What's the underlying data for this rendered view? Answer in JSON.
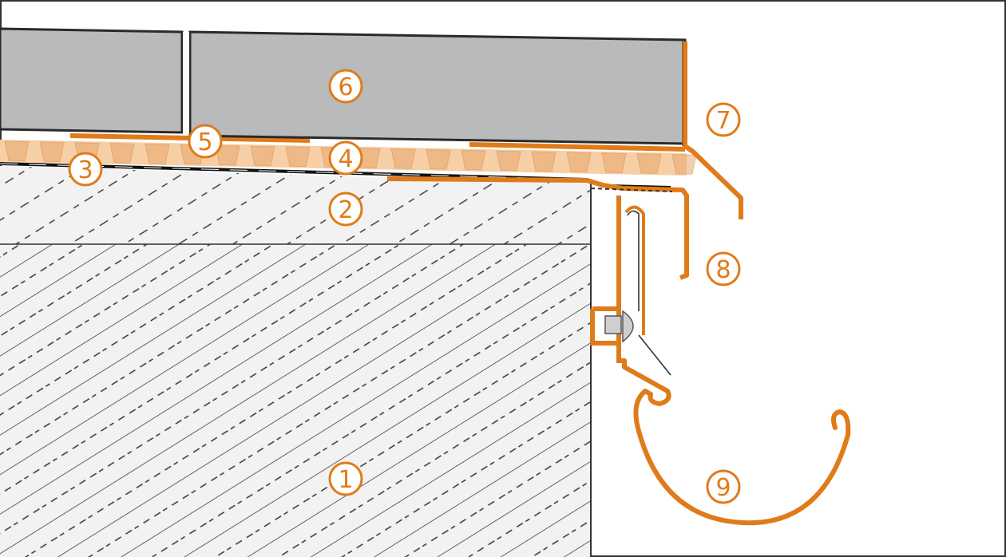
{
  "diagram": {
    "colors": {
      "accent": "#e07b1a",
      "tile": "#b9babb",
      "tile_outline": "#2a2a2a",
      "mat": "#f6cfa6",
      "mat_cells": "#e9a86d",
      "substrate_bg": "#f2f2f2",
      "hatch": "#333333",
      "background": "#ffffff",
      "fastener": "#cfcfcf"
    },
    "callouts": [
      {
        "label": "1"
      },
      {
        "label": "2"
      },
      {
        "label": "3"
      },
      {
        "label": "4"
      },
      {
        "label": "5"
      },
      {
        "label": "6"
      },
      {
        "label": "7"
      },
      {
        "label": "8"
      },
      {
        "label": "9"
      }
    ]
  }
}
